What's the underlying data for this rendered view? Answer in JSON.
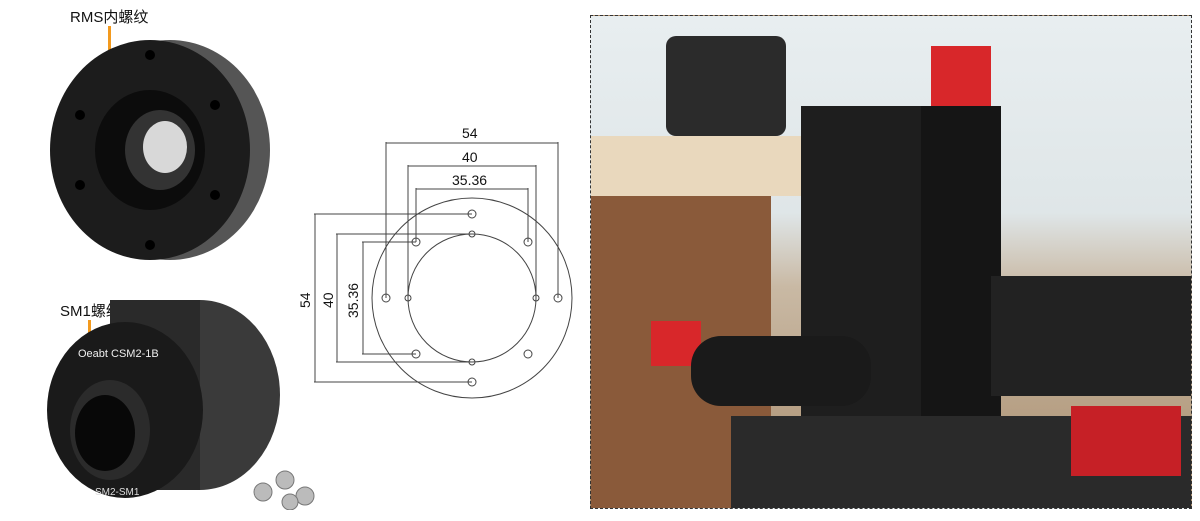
{
  "labels": {
    "rms": "RMS内螺纹",
    "sm1": "SM1螺纹"
  },
  "product": {
    "brand_text": "Oeabt CSM2-1B",
    "bottom_text": "SM2-SM1"
  },
  "drawing": {
    "horizontal_dims": [
      "54",
      "40",
      "35.36"
    ],
    "vertical_dims": [
      "54",
      "40",
      "35.36"
    ]
  },
  "colors": {
    "accent": "#f39a1e"
  }
}
